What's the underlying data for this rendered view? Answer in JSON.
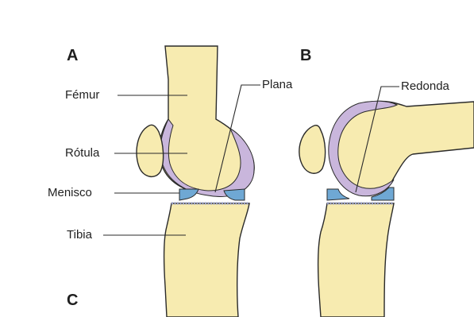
{
  "panels": {
    "a": "A",
    "b": "B",
    "c": "C"
  },
  "labels": {
    "femur": "Fémur",
    "rotula": "Rótula",
    "menisco": "Menisco",
    "tibia": "Tibia",
    "plana": "Plana",
    "redonda": "Redonda"
  },
  "colors": {
    "bone": "#f7ebb0",
    "cartilage": "#c9b6dc",
    "meniscus": "#6fa8d4",
    "outline": "#2a2a2a"
  }
}
